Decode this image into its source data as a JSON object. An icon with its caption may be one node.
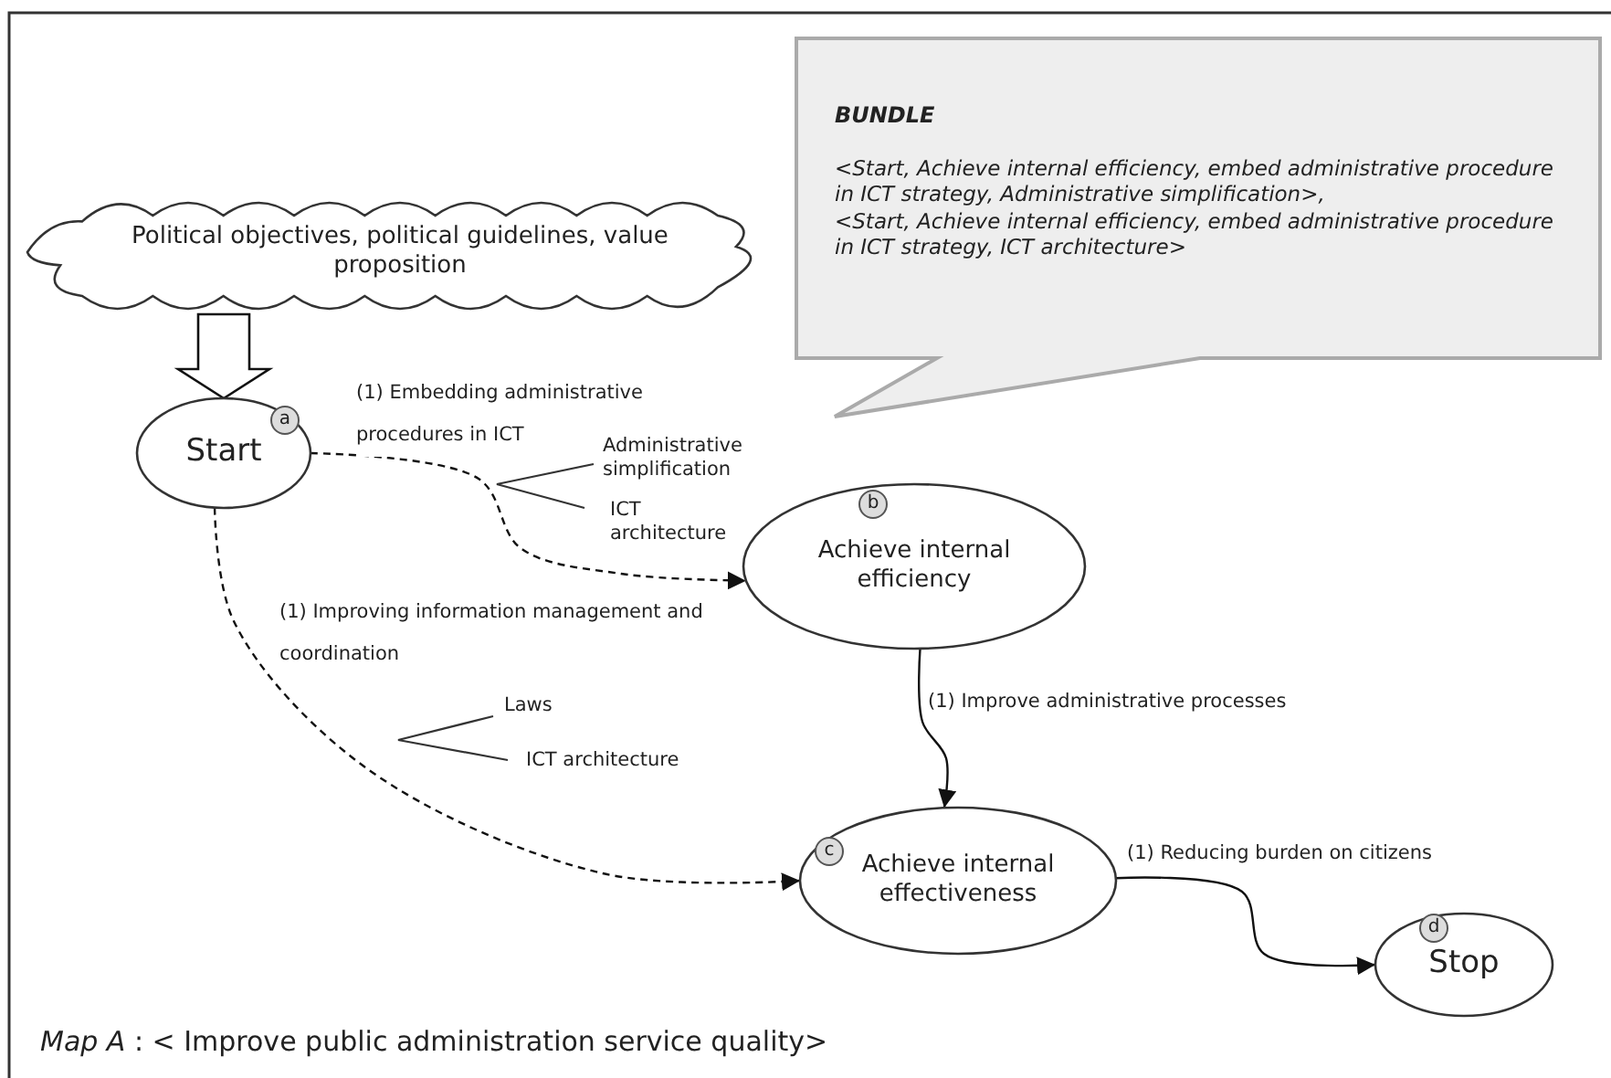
{
  "diagram": {
    "caption": "*Map A* : < Improve public administration service quality>",
    "nodes": [
      {
        "text": [
          "Political objectives, political guidelines, value proposition"
        ]
      },
      {
        "text": [
          "a",
          "Start"
        ]
      },
      {
        "text": [
          "b",
          "Achieve internal efficiency"
        ]
      },
      {
        "text": [
          "c",
          "Achieve internal effectiveness"
        ]
      },
      {
        "text": [
          "d",
          "Stop"
        ]
      },
      {
        "text": [
          "BUNDLE",
          "<Start, Achieve internal efficiency, embed administrative procedure in ICT strategy, Administrative simplification>,",
          "<Start, Achieve internal efficiency, embed administrative procedure in ICT strategy, ICT architecture>"
        ]
      }
    ],
    "edges": [
      {
        "from": 0,
        "to": 1,
        "arrow": "to",
        "style": "thick"
      },
      {
        "from": 1,
        "to": 2,
        "arrow": "to",
        "style": "dashed",
        "label": "(1) Embedding administrative procedures in ICT"
      },
      {
        "from": 1,
        "to": 3,
        "arrow": "to",
        "style": "dashed",
        "label": "(1) Improving information management and coordination"
      },
      {
        "from": 2,
        "to": 3,
        "arrow": "to",
        "label": "(1) Improve administrative processes"
      },
      {
        "from": 3,
        "to": 4,
        "arrow": "to",
        "label": "(1) Reducing burden on citizens"
      }
    ],
    "labels": [
      "Administrative simplification",
      "ICT architecture",
      "Laws",
      "ICT architecture"
    ]
  }
}
